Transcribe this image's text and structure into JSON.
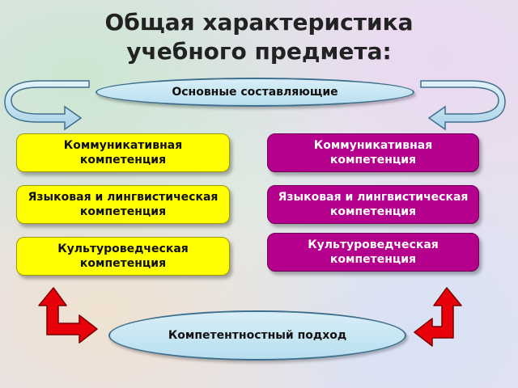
{
  "title": {
    "line1": "Общая характеристика",
    "line2": "учебного предмета:"
  },
  "top_ellipse": {
    "label": "Основные составляющие"
  },
  "bottom_ellipse": {
    "label": "Компетентностный подход"
  },
  "left_column": {
    "items": [
      {
        "label": "Коммуникативная компетенция"
      },
      {
        "label": "Языковая и лингвистическая компетенция"
      },
      {
        "label": "Культуроведческая компетенция"
      }
    ]
  },
  "right_column": {
    "items": [
      {
        "label": "Коммуникативная компетенция"
      },
      {
        "label": "Языковая и лингвистическая компетенция"
      },
      {
        "label": "Культуроведческая компетенция"
      }
    ]
  },
  "colors": {
    "left_box": "#ffff00",
    "right_box": "#b4008c",
    "ellipse_fill": "#c8e6f4",
    "red_arrow": "#e8000a",
    "curved_arrow": "#c8e6f4"
  },
  "icons": [
    "curved-arrow-left-icon",
    "curved-arrow-right-icon",
    "red-bent-arrow-left-icon",
    "red-bent-arrow-right-icon"
  ]
}
